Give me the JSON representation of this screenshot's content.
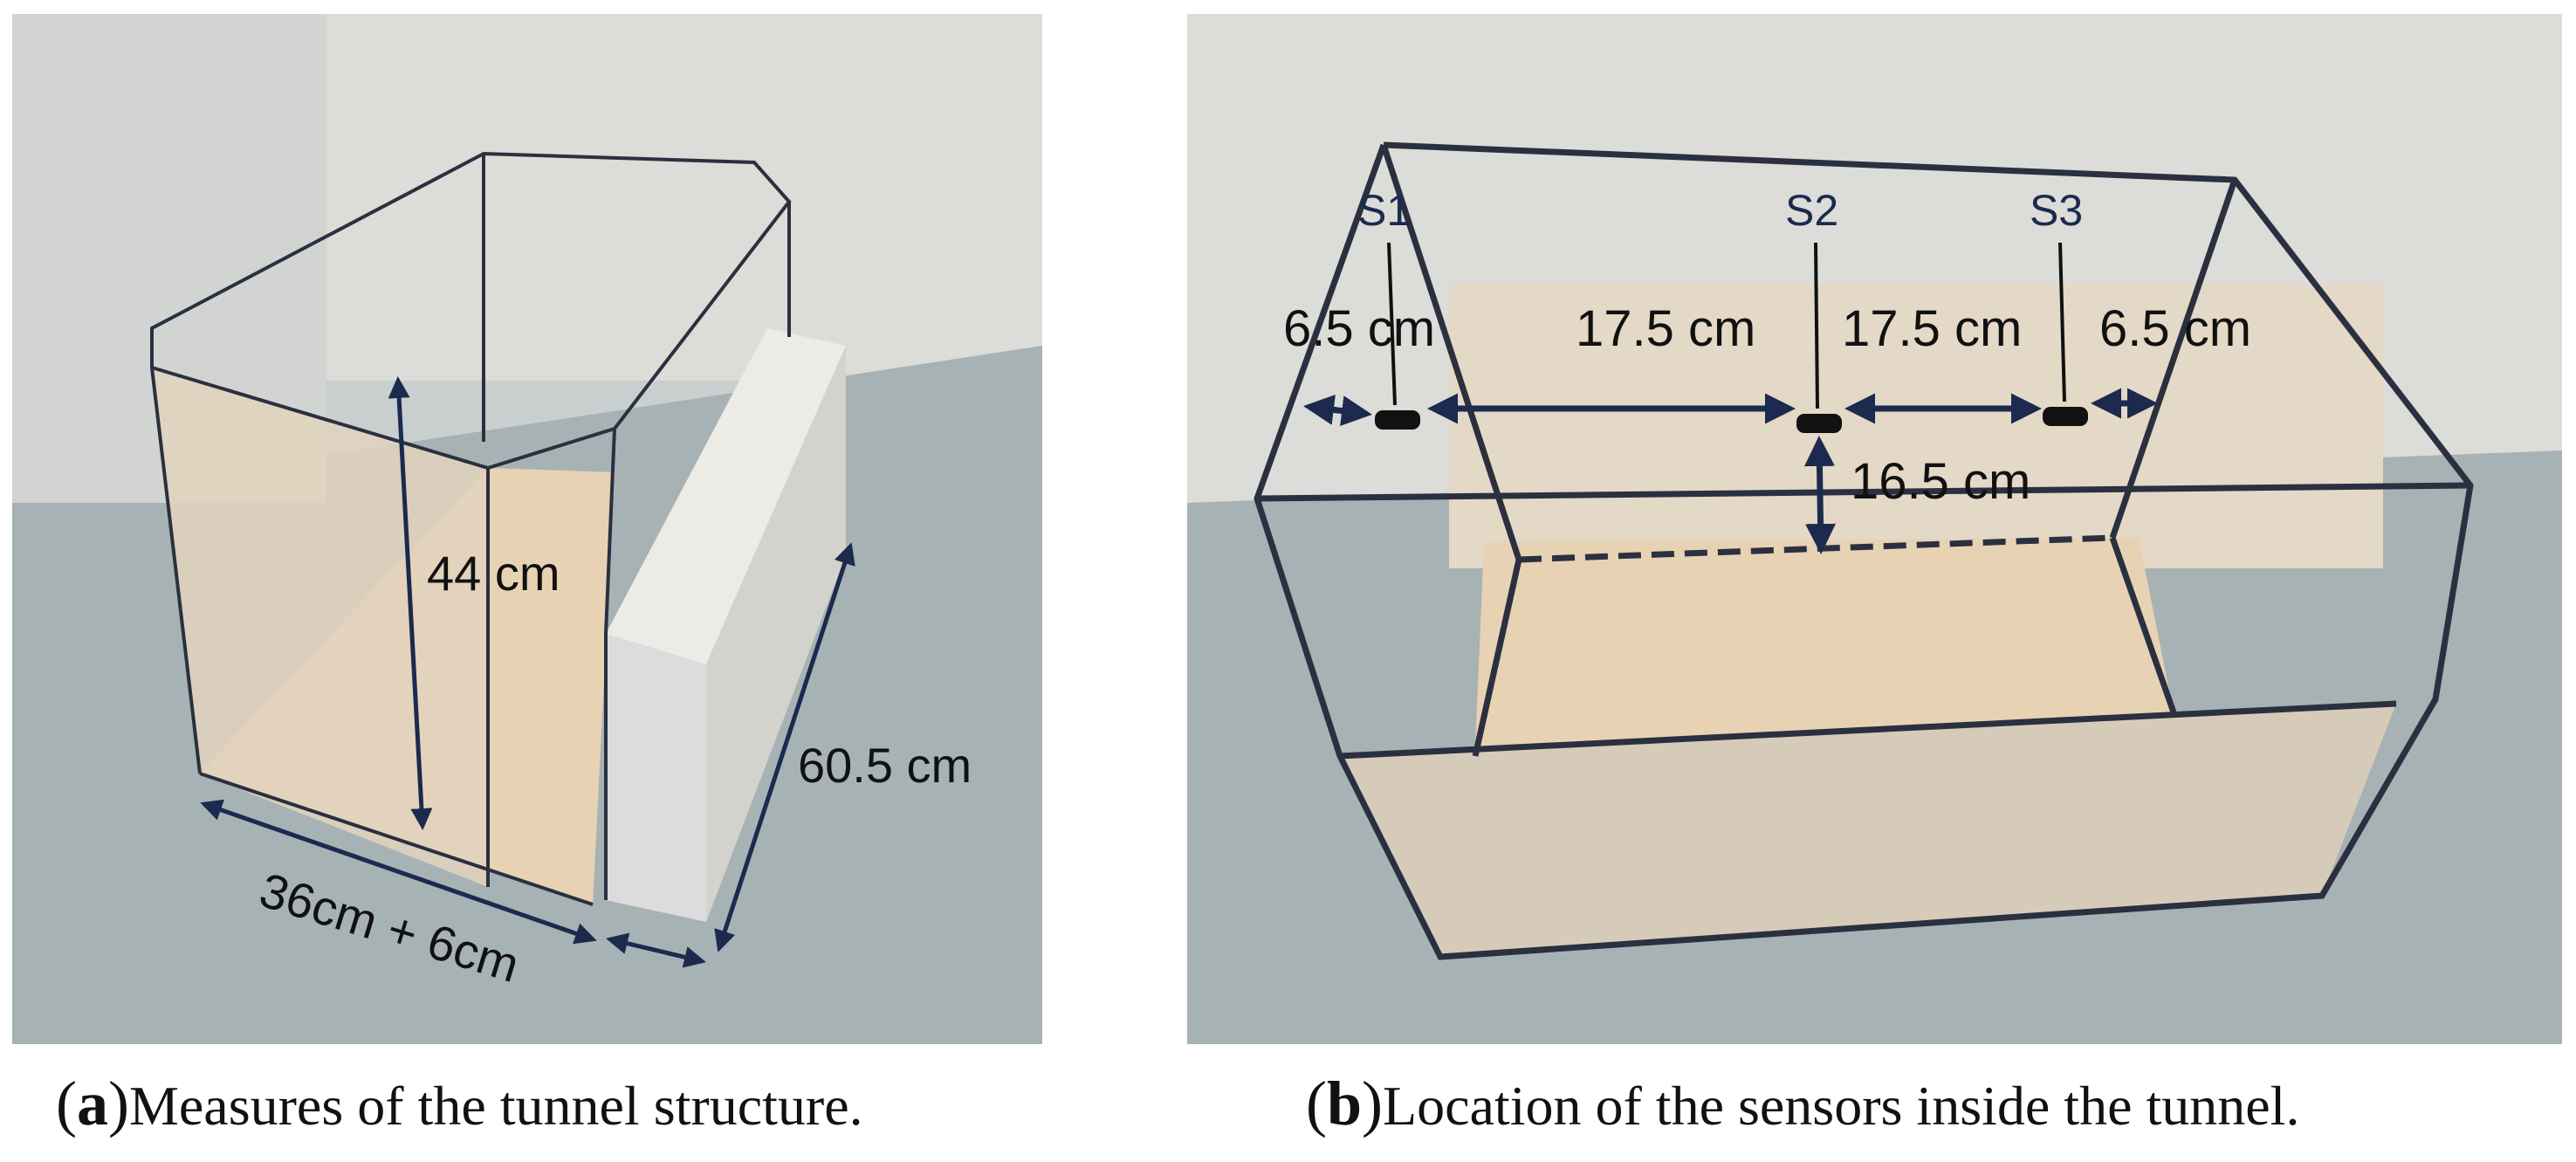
{
  "panel_a": {
    "height_label": "44 cm",
    "depth_label": "60.5 cm",
    "width_label": "36cm + 6cm",
    "caption_letter": "a",
    "caption_text": "Measures of the tunnel structure."
  },
  "panel_b": {
    "sensors": [
      "S1",
      "S2",
      "S3"
    ],
    "spacing_left": "6.5 cm",
    "spacing_mid_left": "17.5 cm",
    "spacing_mid_right": "17.5 cm",
    "spacing_right": "6.5 cm",
    "height_label": "16.5 cm",
    "caption_letter": "b",
    "caption_text": "Location of the sensors inside the tunnel."
  },
  "colors": {
    "arrow": "#1b2a4e",
    "outline": "#2b3040",
    "wood": "#e8d2b4",
    "floor": "#a7b2b4",
    "wall": "#dcdcd8"
  }
}
